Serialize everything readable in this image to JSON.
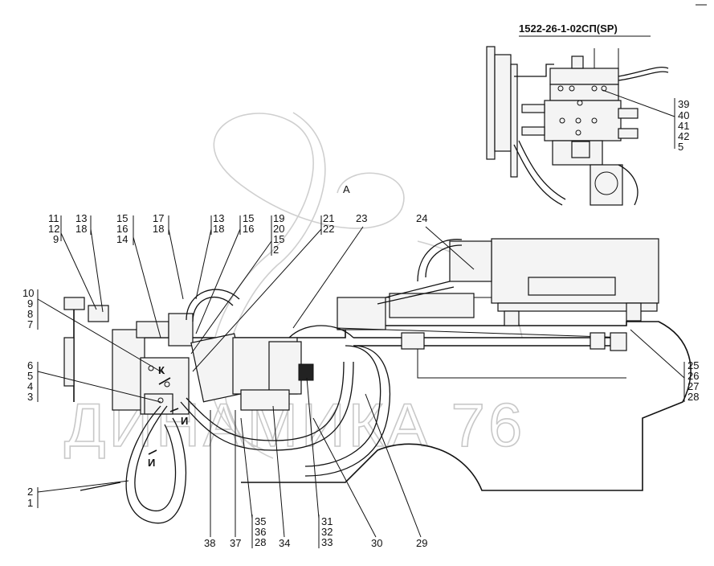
{
  "inset": {
    "title": "1522-26-1-02СП(SP)"
  },
  "callouts": {
    "c11": "11",
    "c12": "12",
    "c9a": "9",
    "c13a": "13",
    "c18a": "18",
    "c15a": "15",
    "c16a": "16",
    "c14": "14",
    "c17": "17",
    "c18b": "18",
    "c13b": "13",
    "c18c": "18",
    "c15b": "15",
    "c16b": "16",
    "c19": "19",
    "c20": "20",
    "c15c": "15",
    "c2a": "2",
    "c21": "21",
    "c22": "22",
    "c23": "23",
    "c24": "24",
    "cA": "А",
    "c10": "10",
    "c9b": "9",
    "c8": "8",
    "c7": "7",
    "c6": "6",
    "c5a": "5",
    "c4": "4",
    "c3": "3",
    "c2b": "2",
    "c1": "1",
    "c39": "39",
    "c40": "40",
    "c41": "41",
    "c42": "42",
    "c5b": "5",
    "c25": "25",
    "c26": "26",
    "c27": "27",
    "c28a": "28",
    "c38": "38",
    "c37": "37",
    "c35": "35",
    "c36": "36",
    "c28b": "28",
    "c34": "34",
    "c31": "31",
    "c32": "32",
    "c33": "33",
    "c30": "30",
    "c29": "29",
    "vK": "К",
    "vI1": "И",
    "vI2": "И"
  },
  "watermark": "ДИНАМИКА 76"
}
